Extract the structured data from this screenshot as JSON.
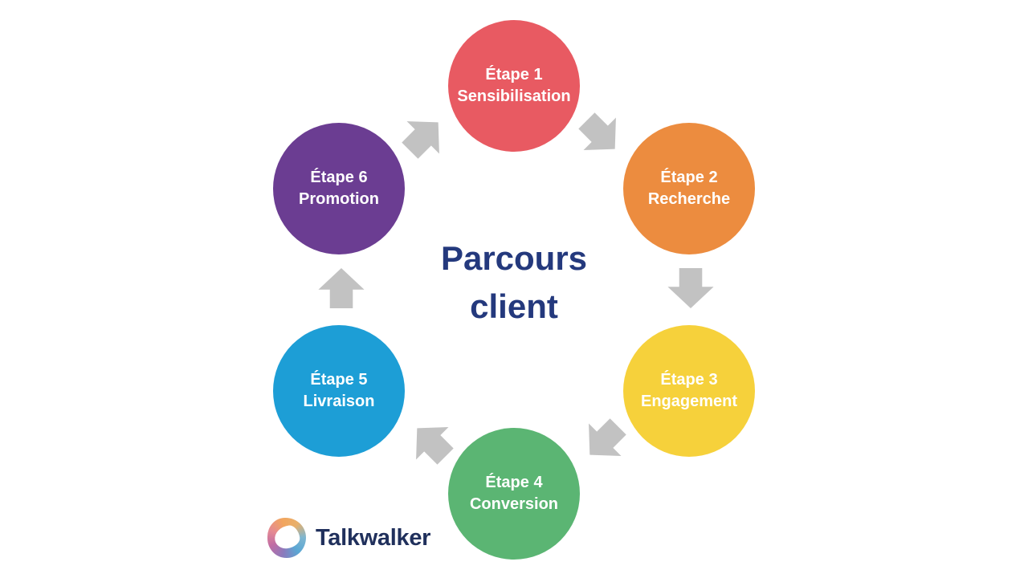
{
  "slide": {
    "background": "#FFFFFF"
  },
  "title": {
    "line1": "Parcours",
    "line2": "client",
    "color": "#24397D"
  },
  "styles": {
    "circle_text_color": "#FFFFFF",
    "arrow_color": "#C2C2C2"
  },
  "steps": [
    {
      "line1": "Étape 1",
      "line2": "Sensibilisation",
      "color": "#E85A62",
      "position": "top"
    },
    {
      "line1": "Étape 2",
      "line2": "Recherche",
      "color": "#EC8C3F",
      "position": "top-right"
    },
    {
      "line1": "Étape 3",
      "line2": "Engagement",
      "color": "#F6D13B",
      "position": "bottom-right"
    },
    {
      "line1": "Étape 4",
      "line2": "Conversion",
      "color": "#5BB573",
      "position": "bottom"
    },
    {
      "line1": "Étape 5",
      "line2": "Livraison",
      "color": "#1D9ED6",
      "position": "bottom-left"
    },
    {
      "line1": "Étape 6",
      "line2": "Promotion",
      "color": "#6B3D92",
      "position": "top-left"
    }
  ],
  "arrows": [
    {
      "from": "Étape 1",
      "to": "Étape 2",
      "direction": "down-right"
    },
    {
      "from": "Étape 2",
      "to": "Étape 3",
      "direction": "down"
    },
    {
      "from": "Étape 3",
      "to": "Étape 4",
      "direction": "down-left"
    },
    {
      "from": "Étape 4",
      "to": "Étape 5",
      "direction": "up-left"
    },
    {
      "from": "Étape 5",
      "to": "Étape 6",
      "direction": "up"
    },
    {
      "from": "Étape 6",
      "to": "Étape 1",
      "direction": "up-right"
    }
  ],
  "logo": {
    "text": "Talkwalker",
    "text_color": "#20305C",
    "icon": "talkwalker-swirl-icon",
    "icon_colors": [
      "#F2A55E",
      "#E58A93",
      "#C06CA4",
      "#8A7BBD",
      "#5AA7D4"
    ]
  }
}
